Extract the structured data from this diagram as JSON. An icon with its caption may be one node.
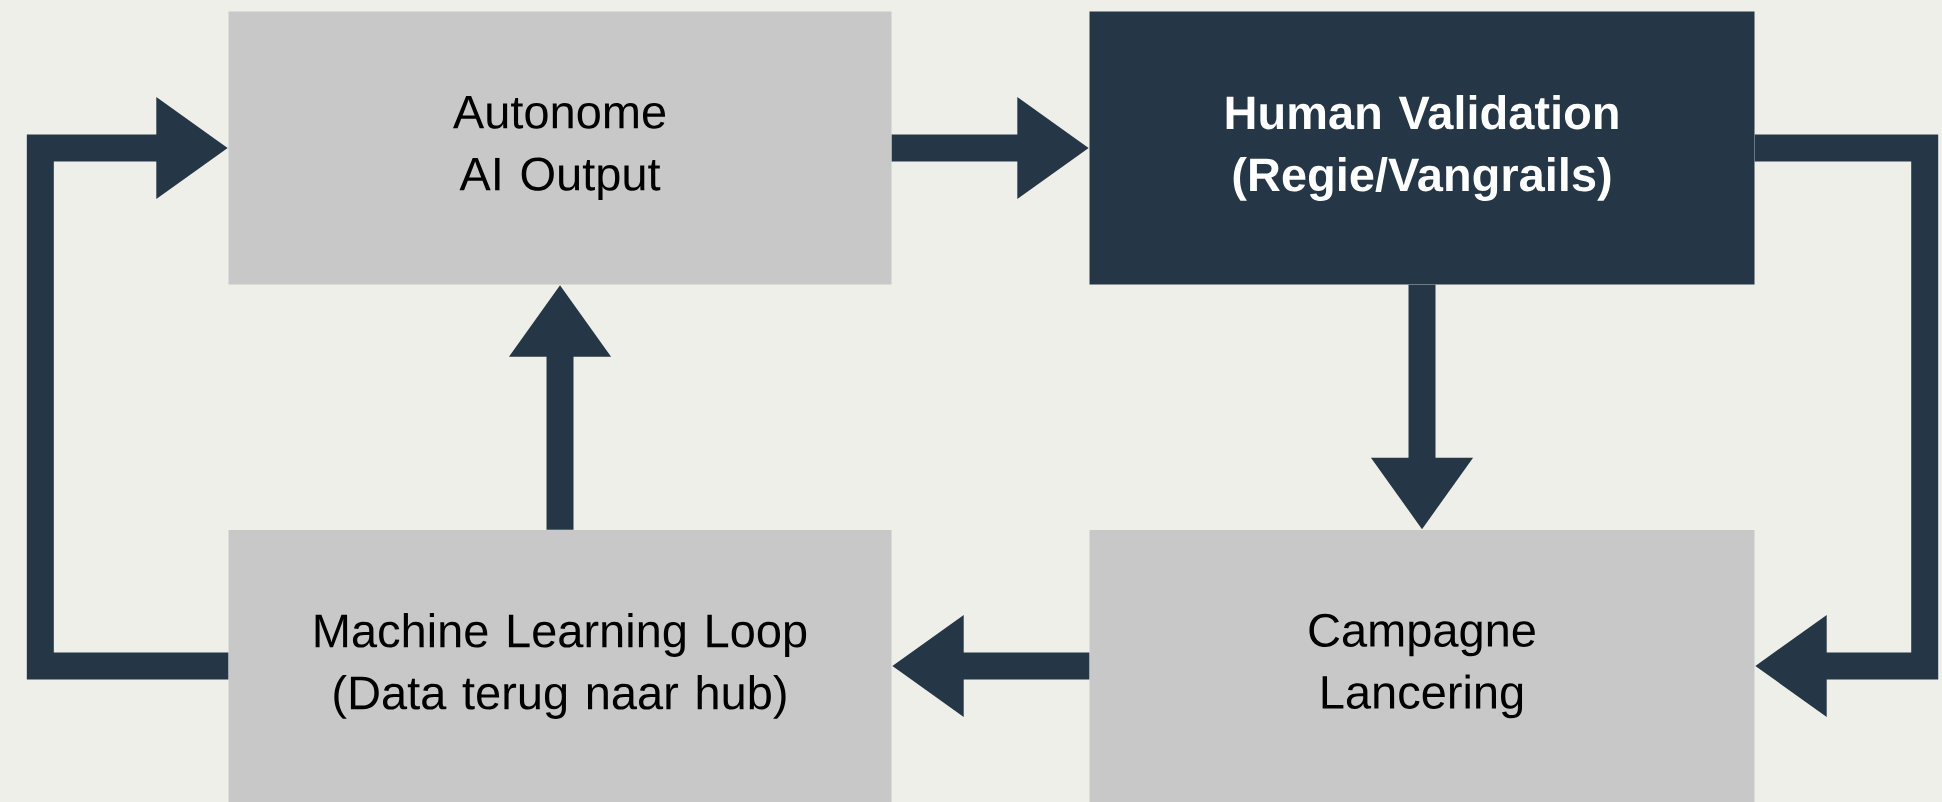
{
  "diagram": {
    "nodes": [
      {
        "text": [
          "Autonome AI Output"
        ]
      },
      {
        "text": [
          "Human Validation (Regie/Vangrails)"
        ]
      },
      {
        "text": [
          "Campagne Lancering"
        ]
      },
      {
        "text": [
          "Machine Learning Loop (Data terug naar hub)"
        ]
      }
    ],
    "edges": [
      {
        "from": 0,
        "to": 1,
        "arrow": "to"
      },
      {
        "from": 1,
        "to": 2,
        "arrow": "to"
      },
      {
        "from": 1,
        "to": 2,
        "arrow": "to"
      },
      {
        "from": 2,
        "to": 3,
        "arrow": "to"
      },
      {
        "from": 3,
        "to": 0,
        "arrow": "to"
      },
      {
        "from": 3,
        "to": 0,
        "arrow": "to"
      }
    ]
  }
}
